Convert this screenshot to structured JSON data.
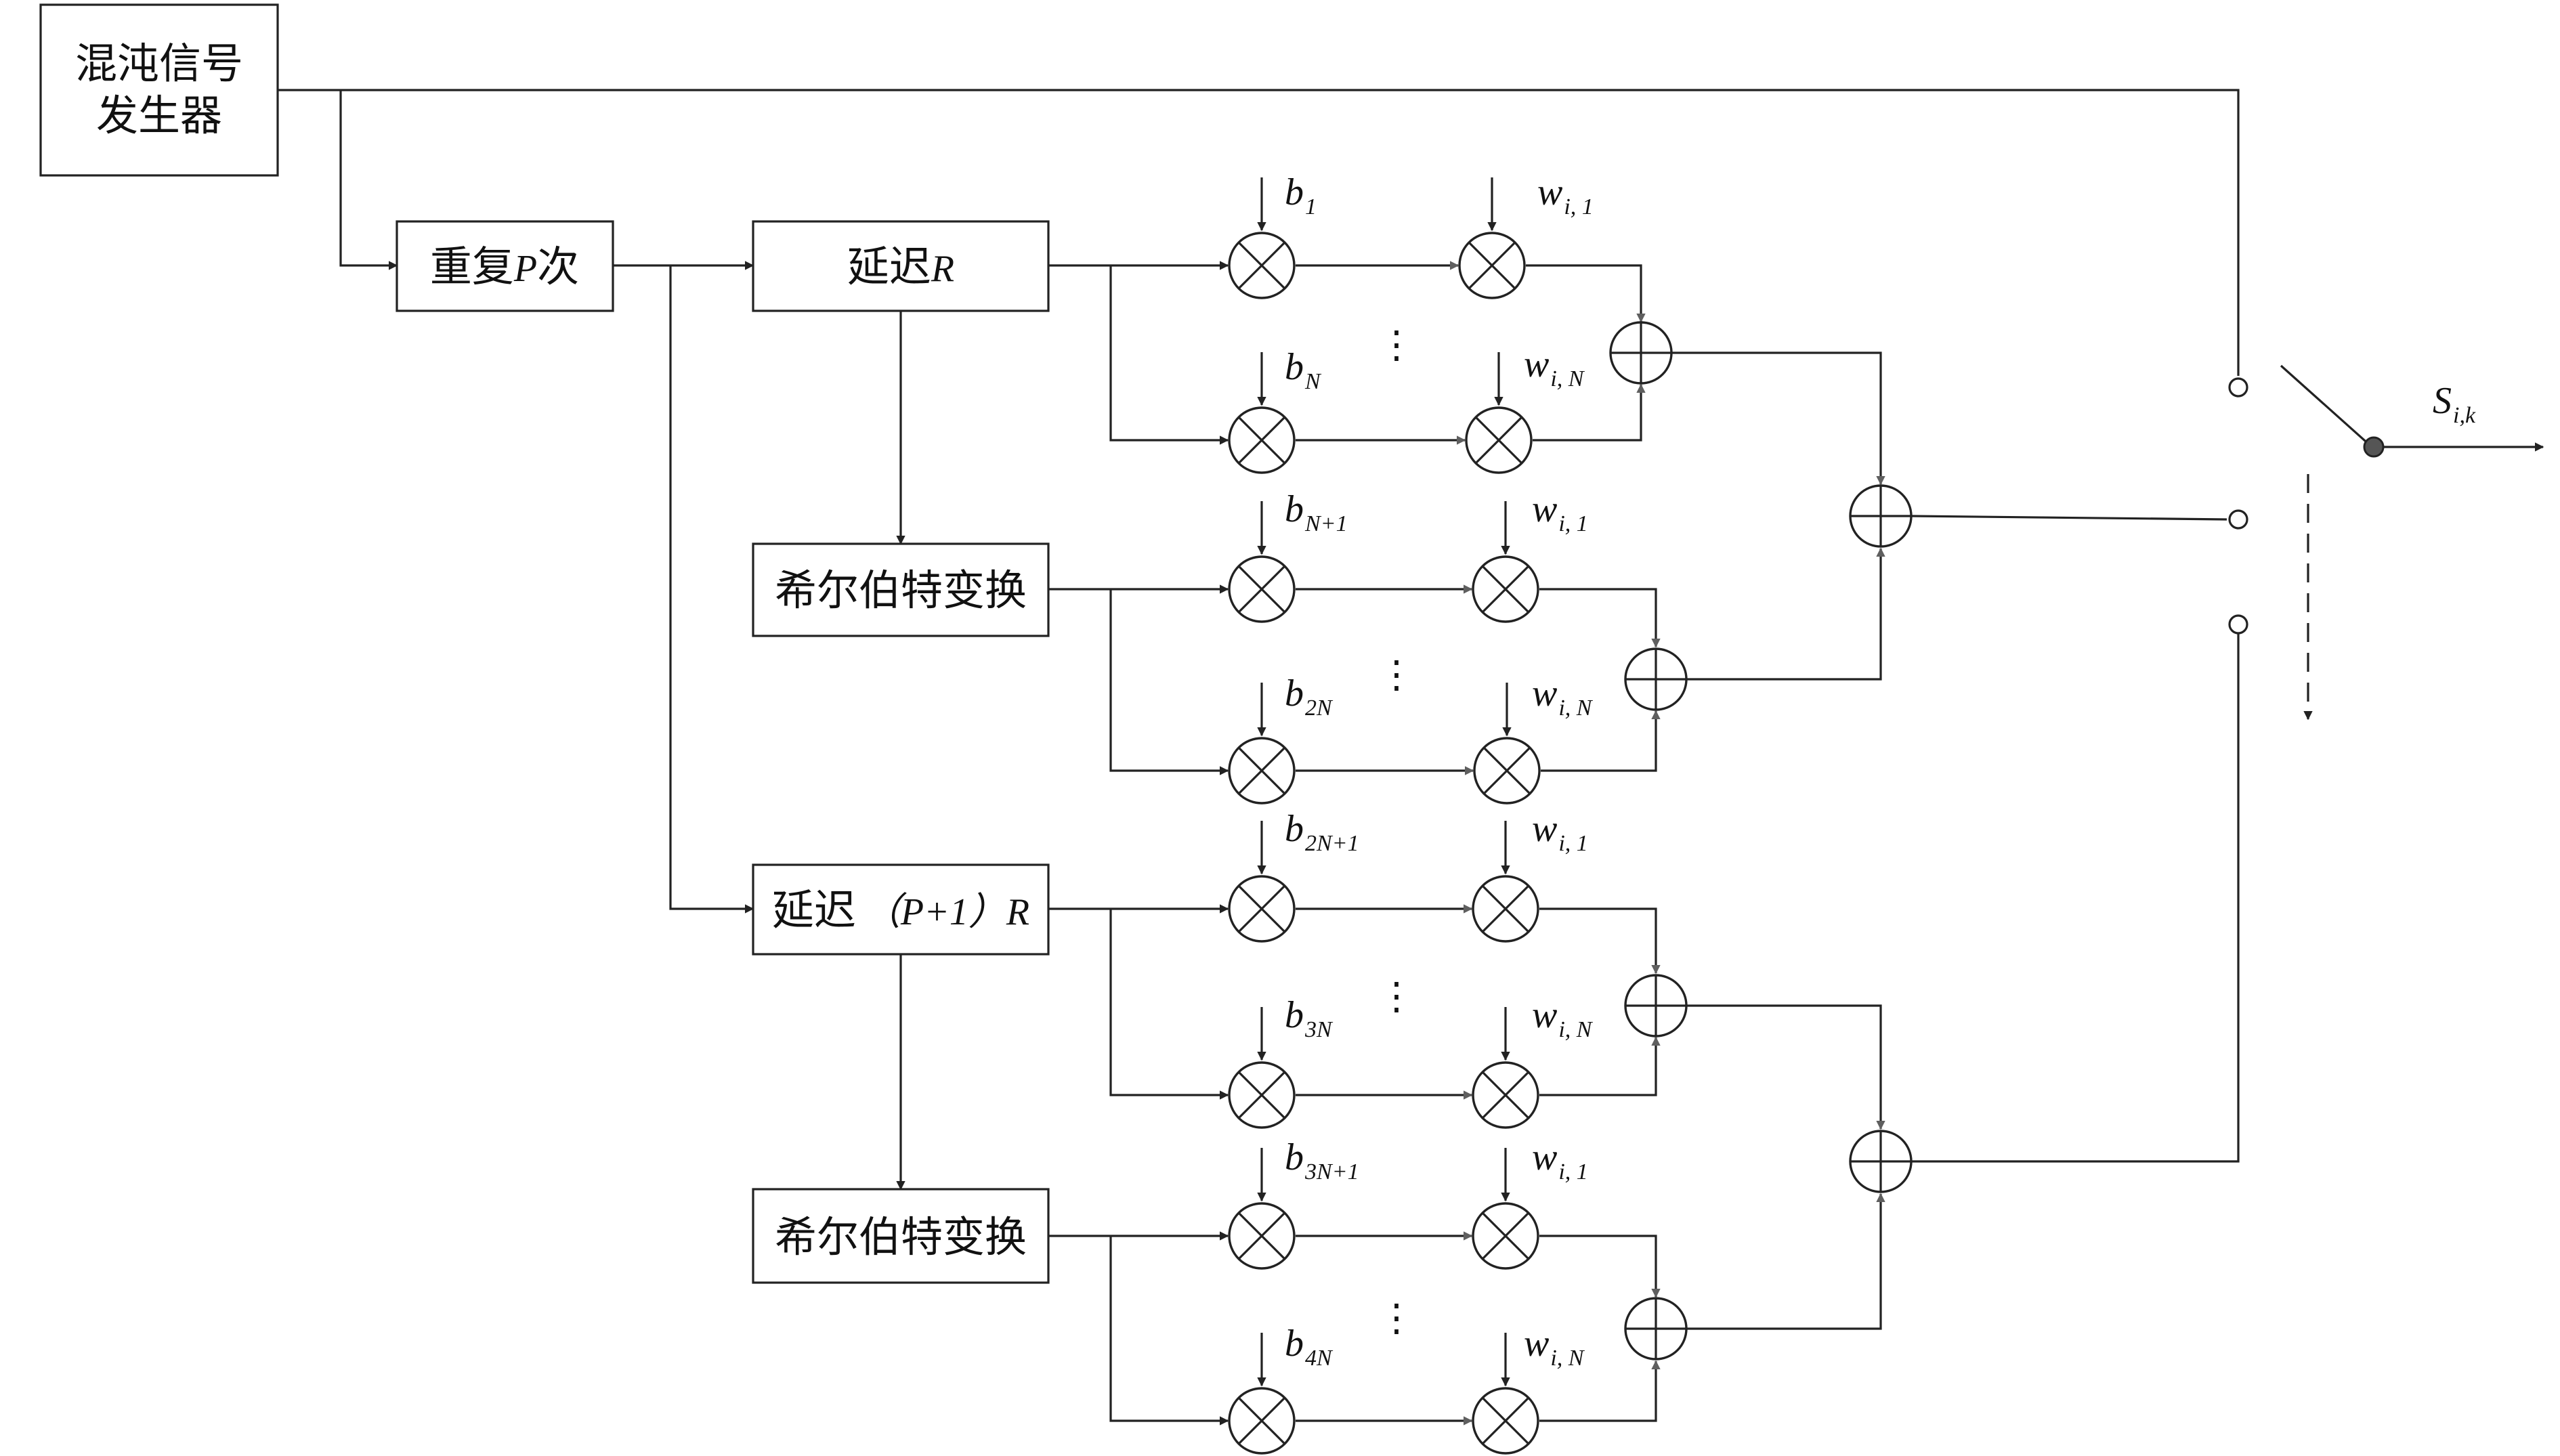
{
  "blocks": {
    "chaos_line1": "混沌信号",
    "chaos_line2": "发生器",
    "repeat": {
      "pre": "重复",
      "var": "P",
      "post": "次"
    },
    "delay_r": {
      "pre": "延迟",
      "var": "R"
    },
    "hilbert1": "希尔伯特变换",
    "delay_p1r": {
      "pre": "延迟",
      "mid": "（P+1）",
      "var": "R"
    },
    "hilbert2": "希尔伯特变换"
  },
  "coefficients": {
    "b": [
      {
        "base": "b",
        "sub": "1"
      },
      {
        "base": "b",
        "sub": "N"
      },
      {
        "base": "b",
        "sub": "N+1"
      },
      {
        "base": "b",
        "sub": "2N"
      },
      {
        "base": "b",
        "sub": "2N+1"
      },
      {
        "base": "b",
        "sub": "3N"
      },
      {
        "base": "b",
        "sub": "3N+1"
      },
      {
        "base": "b",
        "sub": "4N"
      }
    ],
    "w": [
      {
        "base": "w",
        "sub": "i, 1"
      },
      {
        "base": "w",
        "sub": "i, N"
      },
      {
        "base": "w",
        "sub": "i, 1"
      },
      {
        "base": "w",
        "sub": "i, N"
      },
      {
        "base": "w",
        "sub": "i, 1"
      },
      {
        "base": "w",
        "sub": "i, N"
      },
      {
        "base": "w",
        "sub": "i, 1"
      },
      {
        "base": "w",
        "sub": "i, N"
      }
    ]
  },
  "ellipsis": "⋮",
  "output": {
    "base": "S",
    "sub": "i,k"
  },
  "colors": {
    "line": "#222222",
    "arrow_gray": "#5f5f5f",
    "switch_dot": "#555555"
  }
}
